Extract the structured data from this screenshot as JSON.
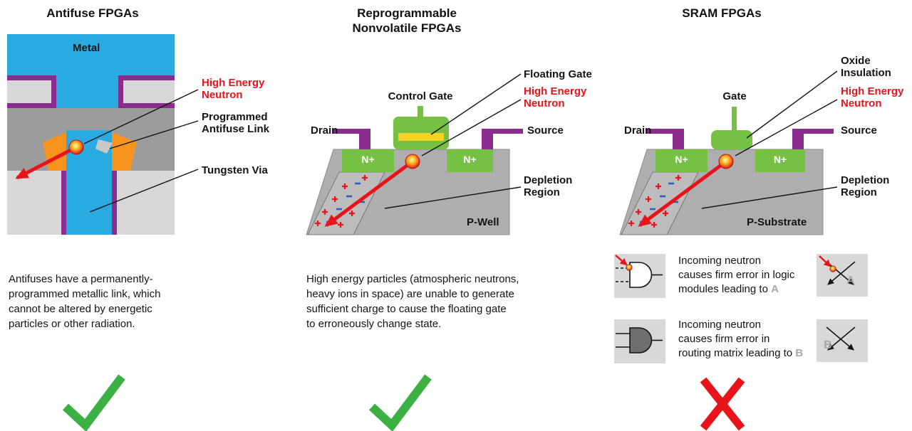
{
  "colors": {
    "red": "#e8131b",
    "green_check": "#3cb043",
    "blue_metal": "#29abe2",
    "purple": "#8a2b8d",
    "orange": "#f7941d",
    "green_semi": "#76c043",
    "yellow": "#f3d426",
    "substrate_gray": "#aeaeae",
    "background_gray": "#d8d8d8"
  },
  "col1": {
    "title": "Antifuse FPGAs",
    "labels": {
      "metal": "Metal",
      "neutron": "High Energy\nNeutron",
      "antifuse_link": "Programmed\nAntifuse Link",
      "tungsten_via": "Tungsten Via"
    },
    "description": "Antifuses have a permanently-\nprogrammed metallic link, which\ncannot be altered by energetic\nparticles or other radiation.",
    "verdict": "pass"
  },
  "col2": {
    "title": "Reprogrammable\nNonvolatile FPGAs",
    "labels": {
      "floating_gate": "Floating Gate",
      "control_gate": "Control Gate",
      "neutron": "High Energy\nNeutron",
      "drain": "Drain",
      "source": "Source",
      "nplus": "N+",
      "depletion": "Depletion\nRegion",
      "p_well": "P-Well"
    },
    "description": "High energy particles (atmospheric neutrons,\nheavy ions in space) are unable to generate\nsufficient charge to cause the floating gate\nto erroneously change state.",
    "verdict": "pass"
  },
  "col3": {
    "title": "SRAM FPGAs",
    "labels": {
      "oxide": "Oxide\nInsulation",
      "gate": "Gate",
      "neutron": "High Energy\nNeutron",
      "drain": "Drain",
      "source": "Source",
      "nplus": "N+",
      "depletion": "Depletion\nRegion",
      "p_substrate": "P-Substrate"
    },
    "notes": [
      {
        "text": "Incoming neutron\ncauses firm error in logic\nmodules leading to ",
        "letter": "A"
      },
      {
        "text": "Incoming neutron\ncauses firm error in\nrouting matrix leading to ",
        "letter": "B"
      }
    ],
    "verdict": "fail"
  }
}
